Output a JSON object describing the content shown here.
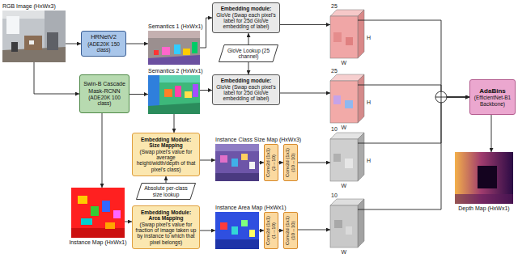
{
  "diagram": {
    "nodes": [
      {
        "text": [
          "RGB Image (HxWx3)"
        ]
      },
      {
        "text": [
          "HRNetV2",
          "(ADE20K 150 class)"
        ]
      },
      {
        "text": [
          "Swin-B Cascade Mask-RCNN",
          "(ADE20K 100 class)"
        ]
      },
      {
        "text": [
          "Semantics 1 (HxWx1)"
        ]
      },
      {
        "text": [
          "Semantics 2 (HxWx1)"
        ]
      },
      {
        "text": [
          "Embedding module:",
          "GloVe (Swap each pixel's label for 25d GloVe embedding of label)"
        ]
      },
      {
        "text": [
          "GloVe Lookup (25 channel)"
        ]
      },
      {
        "text": [
          "Embedding module:",
          "GloVe (Swap each pixel's label for 25d GloVe embedding of label)"
        ]
      },
      {
        "text": [
          "25",
          "H",
          "W"
        ]
      },
      {
        "text": [
          "25",
          "H",
          "W"
        ]
      },
      {
        "text": [
          "Embedding Module: Size Mapping",
          "(Swap pixel's value for average height/width/depth of that pixel's class)"
        ]
      },
      {
        "text": [
          "Absolute per-class size lookup"
        ]
      },
      {
        "text": [
          "Instance Class Size Map (HxWx3)"
        ]
      },
      {
        "text": [
          "Conv2d (1x1)",
          "(3→10)"
        ]
      },
      {
        "text": [
          "Conv2d (1x1)",
          "(10→10)"
        ]
      },
      {
        "text": [
          "10",
          "H",
          "W"
        ]
      },
      {
        "text": [
          "Instance Map (HxWx1)"
        ]
      },
      {
        "text": [
          "Embedding Module: Area Mapping",
          "(Swap pixel's value for fraction of image taken up by instance to which that pixel belongs)"
        ]
      },
      {
        "text": [
          "Instance Area Map (HxWx1)"
        ]
      },
      {
        "text": [
          "Conv2d (1x1)",
          "(1→10)"
        ]
      },
      {
        "text": [
          "Conv2d (1x1)",
          "(10→10)"
        ]
      },
      {
        "text": [
          "10",
          "W"
        ]
      },
      {
        "text": [
          "AdaBins",
          "(EfficientNet-B1 Backbone)"
        ]
      },
      {
        "text": [
          "Depth Map (HxWx1)"
        ]
      }
    ],
    "edges": [
      {
        "from": 0,
        "to": 1,
        "arrow": "to"
      },
      {
        "from": 0,
        "to": 2,
        "arrow": "to"
      },
      {
        "from": 1,
        "to": 3,
        "arrow": "to"
      },
      {
        "from": 2,
        "to": 4,
        "arrow": "to"
      },
      {
        "from": 2,
        "to": 16,
        "arrow": "to"
      },
      {
        "from": 3,
        "to": 5,
        "arrow": "to"
      },
      {
        "from": 4,
        "to": 7,
        "arrow": "to"
      },
      {
        "from": 6,
        "to": 5,
        "arrow": "to"
      },
      {
        "from": 6,
        "to": 7,
        "arrow": "to"
      },
      {
        "from": 5,
        "to": 8,
        "arrow": "to"
      },
      {
        "from": 7,
        "to": 9,
        "arrow": "to"
      },
      {
        "from": 4,
        "to": 10,
        "arrow": "to"
      },
      {
        "from": 11,
        "to": 10,
        "arrow": "to"
      },
      {
        "from": 10,
        "to": 12,
        "arrow": "to"
      },
      {
        "from": 12,
        "to": 13,
        "arrow": "to"
      },
      {
        "from": 13,
        "to": 14,
        "arrow": "to"
      },
      {
        "from": 14,
        "to": 15,
        "arrow": "to"
      },
      {
        "from": 16,
        "to": 17,
        "arrow": "to"
      },
      {
        "from": 17,
        "to": 18,
        "arrow": "to"
      },
      {
        "from": 18,
        "to": 19,
        "arrow": "to"
      },
      {
        "from": 19,
        "to": 20,
        "arrow": "to"
      },
      {
        "from": 20,
        "to": 21,
        "arrow": "to"
      },
      {
        "from": 8,
        "to": 22,
        "arrow": "to"
      },
      {
        "from": 9,
        "to": 22,
        "arrow": "to"
      },
      {
        "from": 15,
        "to": 22,
        "arrow": "to"
      },
      {
        "from": 21,
        "to": 22,
        "arrow": "to"
      },
      {
        "from": 22,
        "to": 23,
        "arrow": "to"
      }
    ]
  }
}
